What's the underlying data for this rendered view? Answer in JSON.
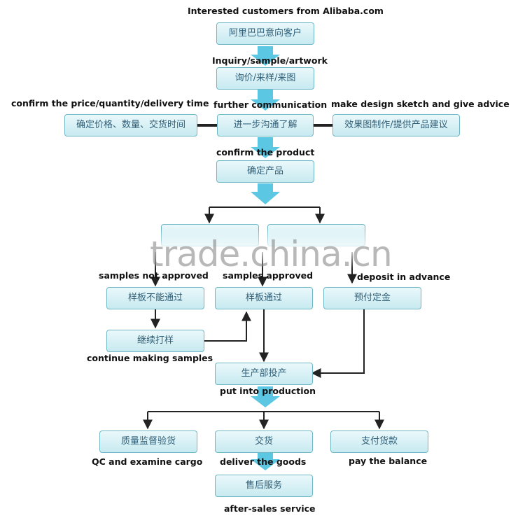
{
  "nodes": {
    "customer": "阿里巴巴意向客户",
    "inquiry": "询价/来样/来图",
    "confirm_price": "确定价格、数量、交货时间",
    "communicate": "进一步沟通了解",
    "design": "效果图制作/提供产品建议",
    "confirm_product": "确定产品",
    "not_approved": "样板不能通过",
    "approved": "样板通过",
    "deposit": "预付定金",
    "continue_samples": "继续打样",
    "production": "生产部投产",
    "qc": "质量监督验货",
    "delivery": "交货",
    "payment": "支付货款",
    "after_sales": "售后服务"
  },
  "labels": {
    "interested": "Interested customers from Alibaba.com",
    "inquiry": "Inquiry/sample/artwork",
    "confirm_price": "confirm the price/quantity/delivery time",
    "further": "further communication",
    "design": "make design sketch and give advice",
    "confirm_product": "confirm the product",
    "not_approved": "samples not approved",
    "approved": "samples approved",
    "deposit": "deposit in advance",
    "continue": "continue making samples",
    "production": "put into production",
    "qc": "QC and examine cargo",
    "deliver": "deliver the goods",
    "pay": "pay the balance",
    "after_sales": "after-sales service"
  },
  "watermark": "trade.china.cn",
  "colors": {
    "box_border": "#6fb7c4",
    "box_text": "#2f5f78",
    "big_arrow": "#5cc7e3",
    "line": "#222222"
  }
}
